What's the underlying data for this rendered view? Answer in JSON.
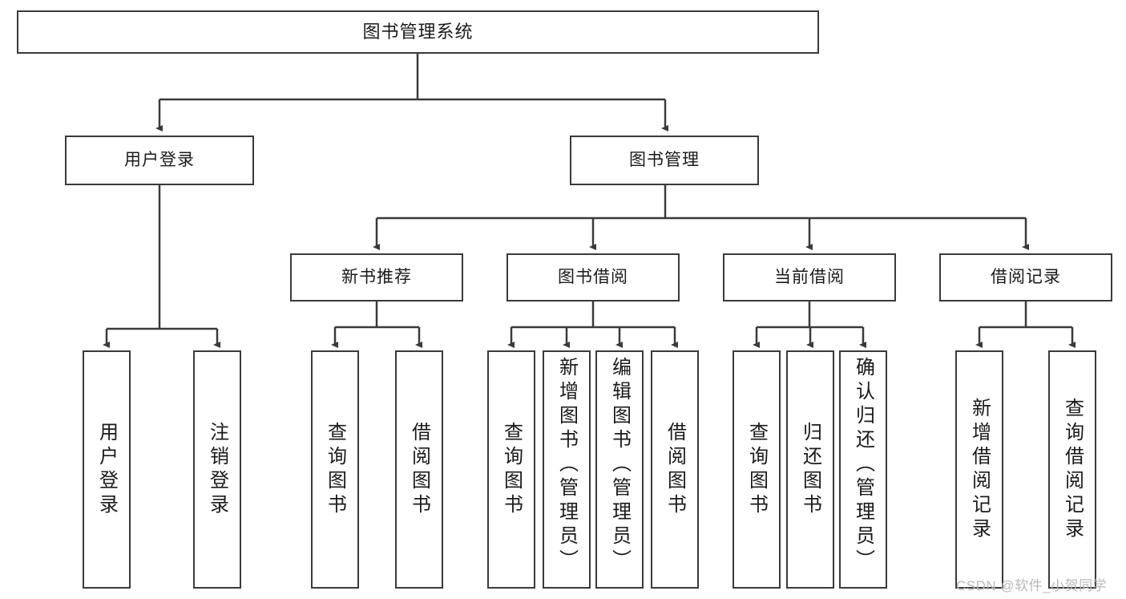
{
  "diagram": {
    "title": "图书管理系统",
    "type": "tree-hierarchy",
    "colors": {
      "stroke": "#3a3a3a",
      "fill": "#ffffff",
      "text": "#1a1a1a",
      "watermark": "#b9b9b9"
    },
    "levels": {
      "root": {
        "label": "图书管理系统"
      },
      "level2": [
        {
          "label": "用户登录"
        },
        {
          "label": "图书管理"
        }
      ],
      "level3": [
        {
          "label": "新书推荐"
        },
        {
          "label": "图书借阅"
        },
        {
          "label": "当前借阅"
        },
        {
          "label": "借阅记录"
        }
      ],
      "leaves": {
        "user_login": [
          {
            "label": "用户登录"
          },
          {
            "label": "注销登录"
          }
        ],
        "new_book_recommend": [
          {
            "label": "查询图书"
          },
          {
            "label": "借阅图书"
          }
        ],
        "book_borrow": [
          {
            "label": "查询图书"
          },
          {
            "label": "新增图书（管理员）"
          },
          {
            "label": "编辑图书（管理员）"
          },
          {
            "label": "借阅图书"
          }
        ],
        "current_borrow": [
          {
            "label": "查询图书"
          },
          {
            "label": "归还图书"
          },
          {
            "label": "确认归还（管理员）"
          }
        ],
        "borrow_record": [
          {
            "label": "新增借阅记录"
          },
          {
            "label": "查询借阅记录"
          }
        ]
      }
    }
  },
  "watermark": {
    "text": "CSDN @软件_小贺同学"
  }
}
